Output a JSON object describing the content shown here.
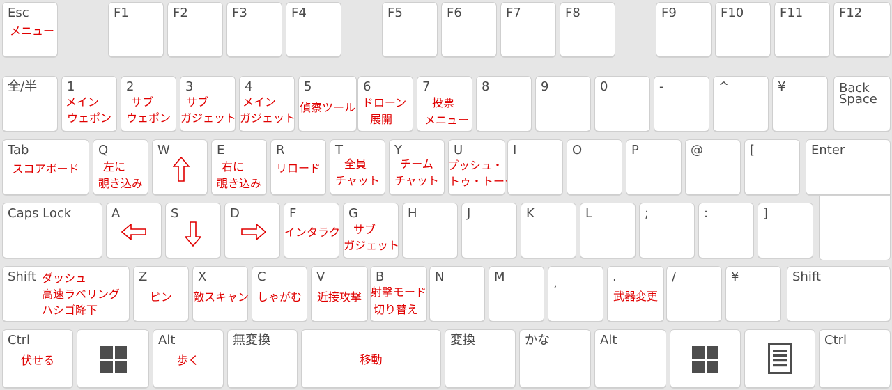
{
  "keyboard": {
    "esc": {
      "label": "Esc",
      "action": "メニュー"
    },
    "f1": "F1",
    "f2": "F2",
    "f3": "F3",
    "f4": "F4",
    "f5": "F5",
    "f6": "F6",
    "f7": "F7",
    "f8": "F8",
    "f9": "F9",
    "f10": "F10",
    "f11": "F11",
    "f12": "F12",
    "zenhan": "全/半",
    "k1": {
      "label": "1",
      "a1": "メイン",
      "a2": "ウェポン"
    },
    "k2": {
      "label": "2",
      "a1": "サブ",
      "a2": "ウェポン"
    },
    "k3": {
      "label": "3",
      "a1": "サブ",
      "a2": "ガジェット"
    },
    "k4": {
      "label": "4",
      "a1": "メイン",
      "a2": "ガジェット"
    },
    "k5": {
      "label": "5",
      "a1": "偵察ツール"
    },
    "k6": {
      "label": "6",
      "a1": "ドローン",
      "a2": "展開"
    },
    "k7": {
      "label": "7",
      "a1": "投票",
      "a2": "メニュー"
    },
    "k8": "8",
    "k9": "9",
    "k0": "0",
    "minus": "-",
    "caret": "^",
    "yen": "¥",
    "backspace": {
      "l1": "Back",
      "l2": "Space"
    },
    "tab": {
      "label": "Tab",
      "action": "スコアボード"
    },
    "q": {
      "label": "Q",
      "a1": "左に",
      "a2": "覗き込み"
    },
    "w": {
      "label": "W",
      "arrow": "arrow-up"
    },
    "e": {
      "label": "E",
      "a1": "右に",
      "a2": "覗き込み"
    },
    "r": {
      "label": "R",
      "a1": "リロード"
    },
    "t": {
      "label": "T",
      "a1": "全員",
      "a2": "チャット"
    },
    "y": {
      "label": "Y",
      "a1": "チーム",
      "a2": "チャット"
    },
    "u": {
      "label": "U",
      "a1": "プッシュ・",
      "a2": "トゥ・トーク"
    },
    "i": "I",
    "o": "O",
    "p": "P",
    "at": "@",
    "lbracket": "[",
    "enter": "Enter",
    "caps": "Caps Lock",
    "a": {
      "label": "A",
      "arrow": "arrow-left"
    },
    "s": {
      "label": "S",
      "arrow": "arrow-down"
    },
    "d": {
      "label": "D",
      "arrow": "arrow-right"
    },
    "f": {
      "label": "F",
      "a1": "インタラクト"
    },
    "g": {
      "label": "G",
      "a1": "サブ",
      "a2": "ガジェット"
    },
    "h": "H",
    "j": "J",
    "k": "K",
    "l": "L",
    "semicolon": ";",
    "colon": ":",
    "rbracket": "]",
    "lshift": {
      "label": "Shift",
      "a1": "ダッシュ",
      "a2": "高速ラペリング",
      "a3": "ハシゴ降下"
    },
    "z": {
      "label": "Z",
      "a1": "ピン"
    },
    "x": {
      "label": "X",
      "a1": "敵スキャン"
    },
    "c": {
      "label": "C",
      "a1": "しゃがむ"
    },
    "v": {
      "label": "V",
      "a1": "近接攻撃"
    },
    "b": {
      "label": "B",
      "a1": "射撃モード",
      "a2": "切り替え"
    },
    "n": "N",
    "m": "M",
    "comma": ",",
    "period": {
      "label": ".",
      "a1": "武器変更"
    },
    "slash": "/",
    "yen2": "¥",
    "rshift": "Shift",
    "lctrl": {
      "label": "Ctrl",
      "action": "伏せる"
    },
    "lwin": {
      "icon": "windows-logo-icon"
    },
    "lalt": {
      "label": "Alt",
      "action": "歩く"
    },
    "muhenkan": "無変換",
    "space": {
      "action": "移動"
    },
    "henkan": "変換",
    "kana": "かな",
    "ralt": "Alt",
    "rwin": {
      "icon": "windows-logo-icon"
    },
    "menu": {
      "icon": "context-menu-icon"
    },
    "rctrl": "Ctrl"
  },
  "colors": {
    "background": "#e6e6e6",
    "key": "#ffffff",
    "label": "#4a4a4a",
    "action": "#e00000"
  }
}
